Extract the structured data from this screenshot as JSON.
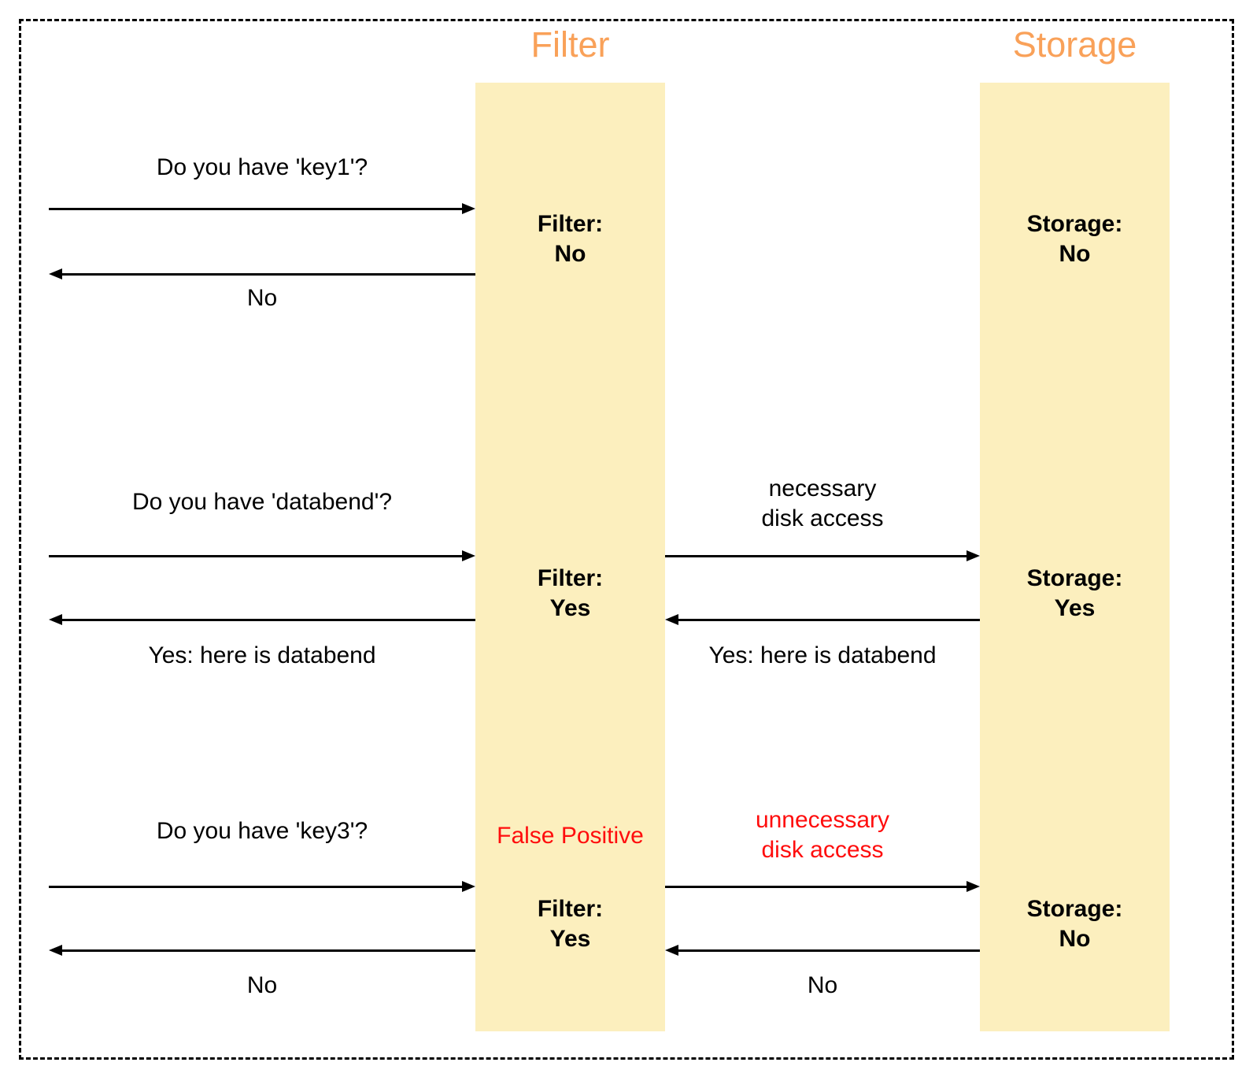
{
  "lanes": {
    "filter_title": "Filter",
    "storage_title": "Storage"
  },
  "colors": {
    "lane_title_orange": "#F9A159",
    "lifeline_yellow": "#FCEFBE",
    "warning_red": "#FF0D0D",
    "line_black": "#000000",
    "background": "#FFFFFF"
  },
  "scenarios": [
    {
      "request": "Do you have 'key1'?",
      "filter_label": "Filter:",
      "filter_value": "No",
      "storage_label": "Storage:",
      "storage_value": "No",
      "response": "No"
    },
    {
      "request": "Do you have 'databend'?",
      "filter_label": "Filter:",
      "filter_value": "Yes",
      "disk_access_line1": "necessary",
      "disk_access_line2": "disk access",
      "storage_label": "Storage:",
      "storage_value": "Yes",
      "storage_response": "Yes: here is databend",
      "response": "Yes: here is databend"
    },
    {
      "request": "Do you have 'key3'?",
      "false_positive_label": "False Positive",
      "filter_label": "Filter:",
      "filter_value": "Yes",
      "disk_access_line1": "unnecessary",
      "disk_access_line2": "disk access",
      "storage_label": "Storage:",
      "storage_value": "No",
      "storage_response": "No",
      "response": "No"
    }
  ]
}
